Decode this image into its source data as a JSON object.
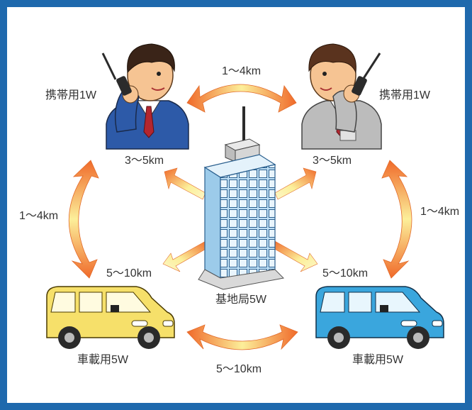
{
  "diagram": {
    "links": {
      "person_to_person": "1〜4km",
      "person_left_to_base": "3〜5km",
      "person_right_to_base": "3〜5km",
      "left_person_to_car": "1〜4km",
      "right_person_to_car": "1〜4km",
      "base_to_car_left": "5〜10km",
      "base_to_car_right": "5〜10km",
      "car_to_car": "5〜10km"
    },
    "nodes": {
      "person_left": "携帯用1W",
      "person_right": "携帯用1W",
      "base_station": "基地局5W",
      "car_left": "車載用5W",
      "car_right": "車載用5W"
    }
  },
  "colors": {
    "frame": "#1f69ad",
    "arrow_outer": "#f06a2a",
    "arrow_inner": "#fcef9a",
    "car_left": "#f6e06a",
    "car_right": "#3aa6dd",
    "building": "#cfe7f8"
  },
  "icons": [
    "person-left-icon",
    "person-right-icon",
    "building-icon",
    "car-left-icon",
    "car-right-icon"
  ]
}
